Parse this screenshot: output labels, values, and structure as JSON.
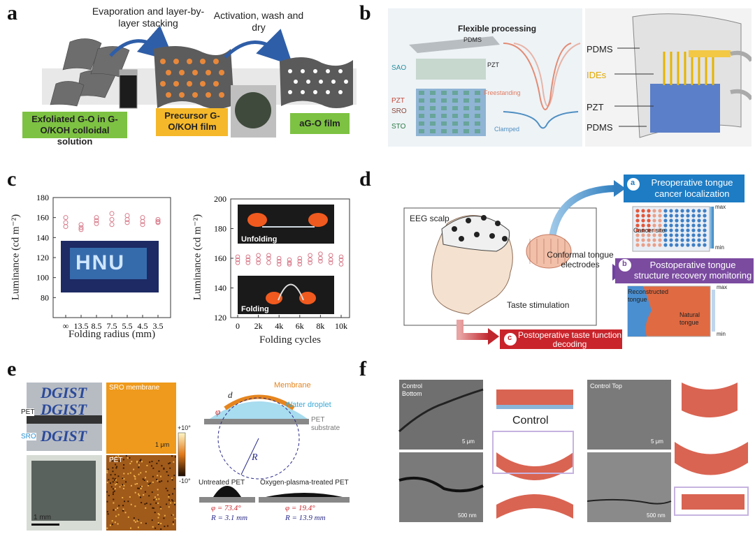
{
  "panels": [
    "a",
    "b",
    "c",
    "d",
    "e",
    "f"
  ],
  "a": {
    "step1": "Evaporation and layer-by-layer stacking",
    "step2": "Activation, wash and dry",
    "box1": "Exfoliated G-O in G-O/KOH colloidal solution",
    "box2": "Precursor G-O/KOH film",
    "box3": "aG-O film"
  },
  "b": {
    "title": "Flexible processing",
    "pdms_top": "PDMS",
    "sao": "SAO",
    "pzt1": "PZT",
    "pzt2": "PZT",
    "sro": "SRO",
    "sto": "STO",
    "freestanding": "Freestanding",
    "clamped": "Clamped",
    "pdms_r1": "PDMS",
    "ides": "IDEs",
    "pzt_r": "PZT",
    "pdms_r2": "PDMS"
  },
  "c": {
    "left": {
      "ylabel": "Luminance (cd m⁻²)",
      "xlabel": "Folding radius (mm)",
      "photo_text": "HNU",
      "yticks": [
        "80",
        "100",
        "120",
        "140",
        "160",
        "180"
      ],
      "xticks": [
        "∞",
        "13.5",
        "8.5",
        "7.5",
        "5.5",
        "4.5",
        "3.5"
      ]
    },
    "right": {
      "ylabel": "Luminance (cd m⁻²)",
      "xlabel": "Folding cycles",
      "yticks": [
        "120",
        "140",
        "160",
        "180",
        "200"
      ],
      "xticks": [
        "0",
        "2k",
        "4k",
        "6k",
        "8k",
        "10k"
      ],
      "unfolding": "Unfolding",
      "folding": "Folding"
    }
  },
  "chart_data": [
    {
      "type": "scatter",
      "xlabel": "Folding radius (mm)",
      "ylabel": "Luminance (cd m⁻²)",
      "ylim": [
        60,
        180
      ],
      "categories": [
        "∞",
        "13.5",
        "8.5",
        "7.5",
        "5.5",
        "4.5",
        "3.5"
      ],
      "values": [
        [
          160,
          155,
          151
        ],
        [
          153,
          150,
          148
        ],
        [
          160,
          157,
          154
        ],
        [
          164,
          158,
          153
        ],
        [
          162,
          158,
          155
        ],
        [
          160,
          156,
          153
        ],
        [
          158,
          156,
          155
        ]
      ]
    },
    {
      "type": "scatter",
      "xlabel": "Folding cycles",
      "ylabel": "Luminance (cd m⁻²)",
      "ylim": [
        120,
        200
      ],
      "x": [
        0,
        1000,
        2000,
        3000,
        4000,
        5000,
        6000,
        7000,
        8000,
        9000,
        10000
      ],
      "values": [
        [
          161,
          159,
          157
        ],
        [
          161,
          159,
          157
        ],
        [
          162,
          159,
          157
        ],
        [
          162,
          160,
          157
        ],
        [
          160,
          158,
          156
        ],
        [
          159,
          157,
          156
        ],
        [
          160,
          158,
          156
        ],
        [
          162,
          159,
          157
        ],
        [
          163,
          160,
          158
        ],
        [
          162,
          159,
          157
        ],
        [
          161,
          159,
          156
        ]
      ]
    }
  ],
  "d": {
    "eeg": "EEG scalp",
    "electrodes": "Conformal tongue electrodes",
    "taste": "Taste stimulation",
    "a_badge": "a",
    "a_text": "Preoperative tongue cancer localization",
    "b_badge": "b",
    "b_text": "Postoperative tongue structure recovery monitoring",
    "c_badge": "c",
    "c_text": "Postoperative taste function decoding",
    "max1": "max",
    "min1": "min",
    "cancer": "Cancer site",
    "max2": "max",
    "min2": "min",
    "recon": "Reconstructed tongue",
    "natural": "Natural tongue"
  },
  "e": {
    "logo1": "DGIST",
    "logo2": "DGIST",
    "logo3": "DGIST",
    "pet": "PET",
    "sro": "SRO",
    "scale1": "1 mm",
    "sro_membrane": "SRO membrane",
    "scale_um": "1 μm",
    "pet2": "PET",
    "cb_top": "+10°",
    "cb_bottom": "-10°",
    "membrane": "Membrane",
    "water": "Water droplet",
    "pet_sub": "PET substrate",
    "d": "d",
    "phi": "φ",
    "R": "R",
    "untreated": "Untreated PET",
    "treated": "Oxygen-plasma-treated PET",
    "phi1": "φ = 73.4°",
    "r1": "R = 3.1 mm",
    "phi2": "φ = 19.4°",
    "r2": "R = 13.9 mm"
  },
  "f": {
    "ctrl_bottom": "Control Bottom",
    "scale5a": "5 μm",
    "scale500a": "500 nm",
    "control": "Control",
    "ctrl_top": "Control Top",
    "scale5b": "5 μm",
    "scale500b": "500 nm"
  },
  "colors": {
    "green_box": "#7dc242",
    "yellow_box": "#f5b82a",
    "blue_badge": "#1d7cc4",
    "purple_badge": "#7b4ba0",
    "red_badge": "#c9242b",
    "arrow_blue": "#2f5ea8"
  }
}
